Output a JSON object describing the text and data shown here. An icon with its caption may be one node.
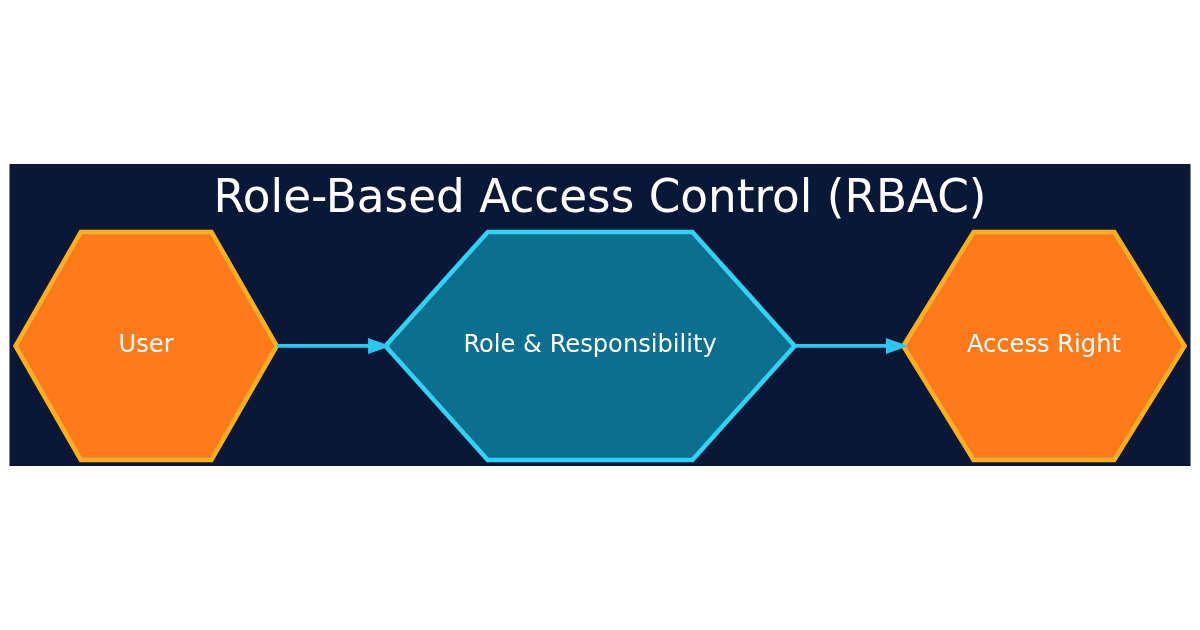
{
  "diagram": {
    "title": "Role-Based Access Control (RBAC)",
    "nodes": [
      {
        "text": [
          "User"
        ]
      },
      {
        "text": [
          "Role & Responsibility"
        ]
      },
      {
        "text": [
          "Access Right"
        ]
      }
    ],
    "edges": [
      {
        "from": 0,
        "to": 1,
        "arrow": "to"
      },
      {
        "from": 1,
        "to": 2,
        "arrow": "to"
      }
    ]
  }
}
